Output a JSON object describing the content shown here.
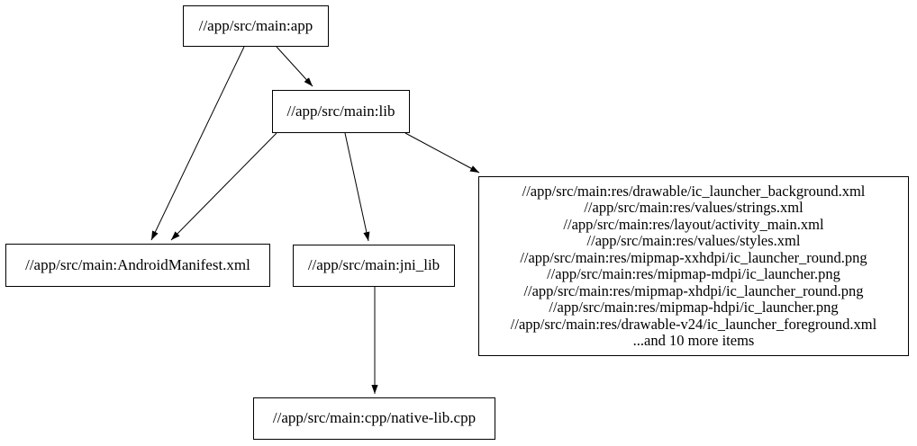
{
  "diagram": {
    "kind": "build-dependency-graph",
    "colors": {
      "background": "#ffffff",
      "node_border": "#000000",
      "edge": "#000000",
      "text": "#000000"
    },
    "nodes": {
      "app": {
        "label": "//app/src/main:app"
      },
      "lib": {
        "label": "//app/src/main:lib"
      },
      "manifest": {
        "label": "//app/src/main:AndroidManifest.xml"
      },
      "jni_lib": {
        "label": "//app/src/main:jni_lib"
      },
      "res": {
        "lines": [
          "//app/src/main:res/drawable/ic_launcher_background.xml",
          "//app/src/main:res/values/strings.xml",
          "//app/src/main:res/layout/activity_main.xml",
          "//app/src/main:res/values/styles.xml",
          "//app/src/main:res/mipmap-xxhdpi/ic_launcher_round.png",
          "//app/src/main:res/mipmap-mdpi/ic_launcher.png",
          "//app/src/main:res/mipmap-xhdpi/ic_launcher_round.png",
          "//app/src/main:res/mipmap-hdpi/ic_launcher.png",
          "//app/src/main:res/drawable-v24/ic_launcher_foreground.xml",
          "...and 10 more items"
        ]
      },
      "cpp": {
        "label": "//app/src/main:cpp/native-lib.cpp"
      }
    },
    "edges": [
      {
        "from": "app",
        "to": "manifest"
      },
      {
        "from": "app",
        "to": "lib"
      },
      {
        "from": "lib",
        "to": "manifest"
      },
      {
        "from": "lib",
        "to": "jni_lib"
      },
      {
        "from": "lib",
        "to": "res"
      },
      {
        "from": "jni_lib",
        "to": "cpp"
      }
    ]
  }
}
